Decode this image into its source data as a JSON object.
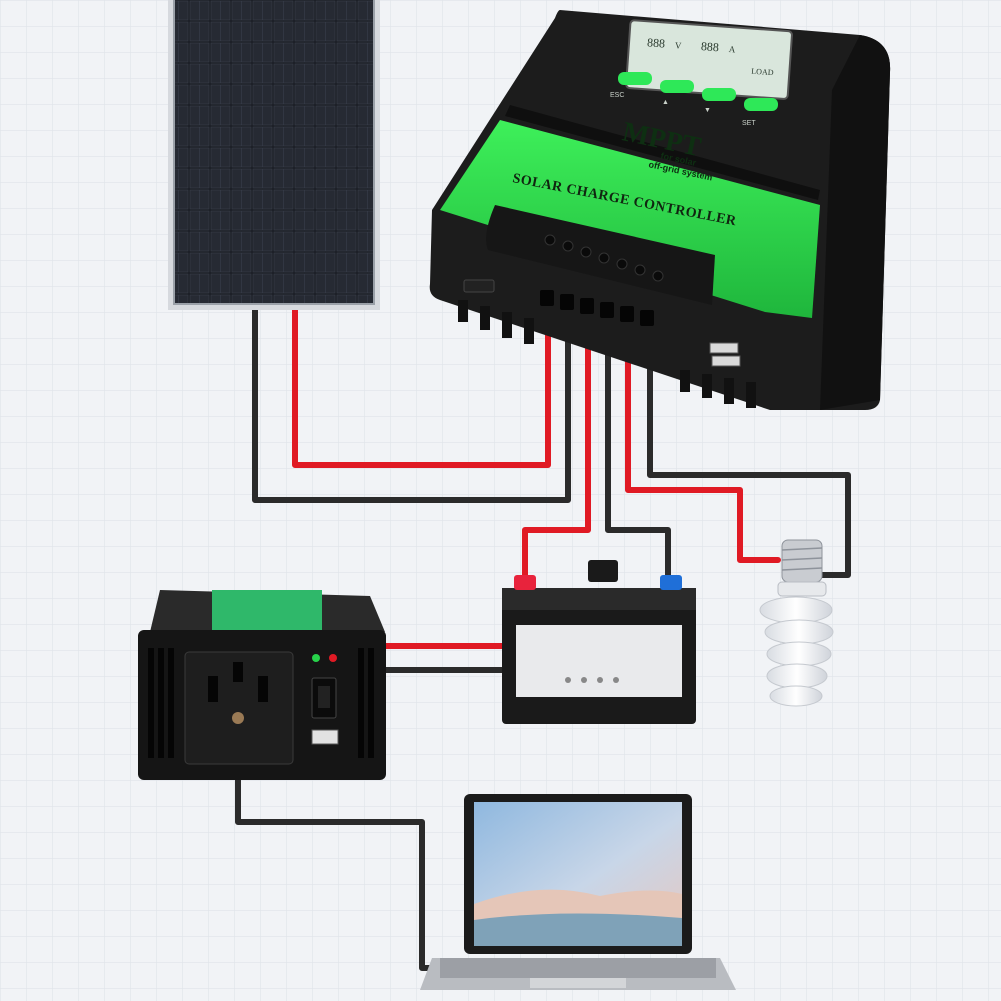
{
  "colors": {
    "background": "#f1f3f6",
    "grid": "#dfe3e9",
    "wire_red": "#e01a24",
    "wire_black": "#2b2b2b",
    "controller_green": "#29d84a",
    "controller_body": "#1c1c1c",
    "lcd": "#d9e6dc",
    "terminal_red": "#e8233c",
    "terminal_blue": "#1f6fd8"
  },
  "controller": {
    "brand": "MPPT",
    "tagline_line1": "for solar",
    "tagline_line2": "off-grid system",
    "title": "SOLAR CHARGE CONTROLLER",
    "buttons": [
      "ESC",
      "▲",
      "▼",
      "SET"
    ],
    "lcd": {
      "voltage": "888",
      "unit_v": "V",
      "current": "888",
      "unit_a": "A",
      "load_label": "LOAD"
    }
  },
  "icons": {
    "panel": "solar-panel-icon",
    "bulb": "light-bulb-icon",
    "laptop": "laptop-icon",
    "inverter": "power-inverter-icon",
    "battery": "battery-icon"
  }
}
